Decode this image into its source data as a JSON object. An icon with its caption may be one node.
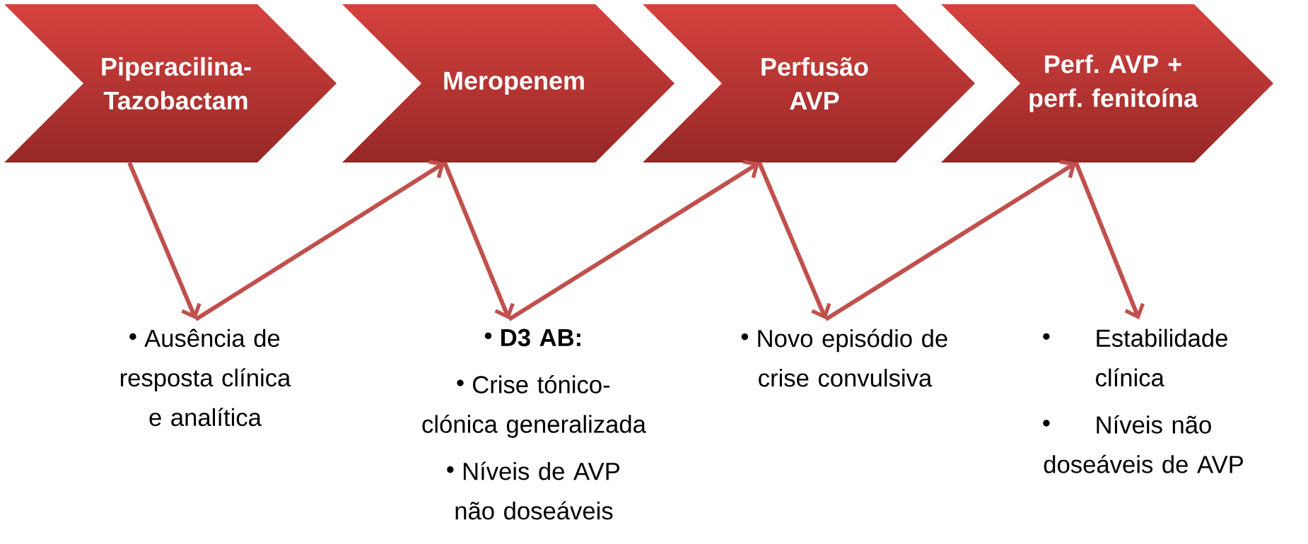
{
  "diagram": {
    "nodes": [
      {
        "text": [
          "Piperacilina-Tazobactam"
        ]
      },
      {
        "text": [
          "Meropenem"
        ]
      },
      {
        "text": [
          "Perfusão AVP"
        ]
      },
      {
        "text": [
          "Perf. AVP + perf. fenitoína"
        ]
      },
      {
        "text": [
          "Ausência de resposta clínica e analítica"
        ]
      },
      {
        "text": [
          "D3 AB:",
          "Crise tónico-clónica generalizada",
          "Níveis de AVP não doseáveis"
        ]
      },
      {
        "text": [
          "Novo episódio de crise convulsiva"
        ]
      },
      {
        "text": [
          "Estabilidade clínica",
          "Níveis não doseáveis de AVP"
        ]
      }
    ],
    "edges": [
      {
        "from": 0,
        "to": 4,
        "arrow": "to"
      },
      {
        "from": 4,
        "to": 1,
        "arrow": "to"
      },
      {
        "from": 1,
        "to": 5,
        "arrow": "to"
      },
      {
        "from": 5,
        "to": 2,
        "arrow": "to"
      },
      {
        "from": 2,
        "to": 6,
        "arrow": "to"
      },
      {
        "from": 6,
        "to": 3,
        "arrow": "to"
      },
      {
        "from": 3,
        "to": 7,
        "arrow": "to"
      }
    ]
  }
}
